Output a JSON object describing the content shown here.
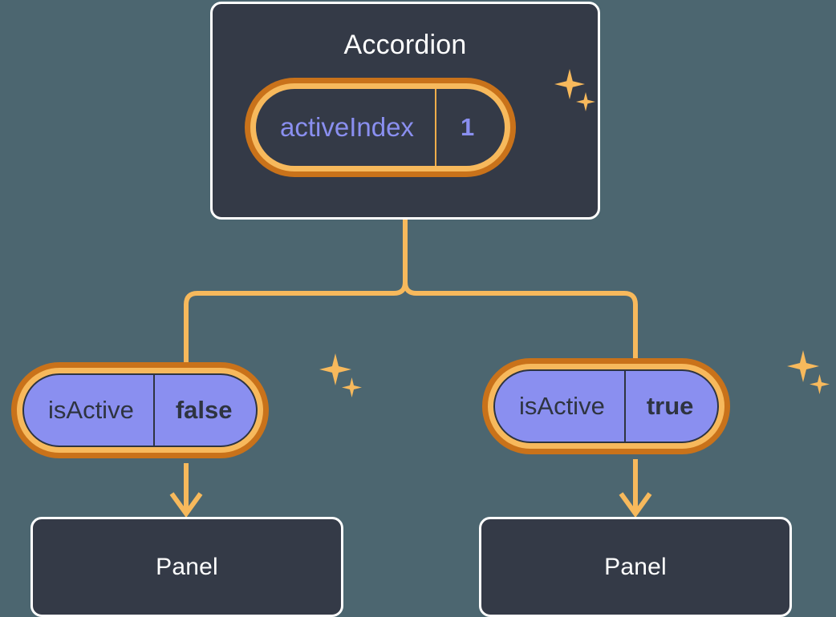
{
  "diagram": {
    "type": "component-tree",
    "background_color": "#4C6670",
    "accent_color": "#F7B95C",
    "accent_dark_color": "#C9721A",
    "node_fill_color": "#343A47",
    "state_fill_color": "#8A8FF0",
    "text_color": "#FFFFFF"
  },
  "root": {
    "title": "Accordion",
    "state": {
      "key": "activeIndex",
      "value": "1"
    },
    "sparkle": "sparkle-icon"
  },
  "branches": [
    {
      "state": {
        "key": "isActive",
        "value": "false"
      },
      "child_title": "Panel",
      "sparkle": "sparkle-icon",
      "arrow": "arrow-down-icon"
    },
    {
      "state": {
        "key": "isActive",
        "value": "true"
      },
      "child_title": "Panel",
      "sparkle": "sparkle-icon",
      "arrow": "arrow-down-icon"
    }
  ]
}
